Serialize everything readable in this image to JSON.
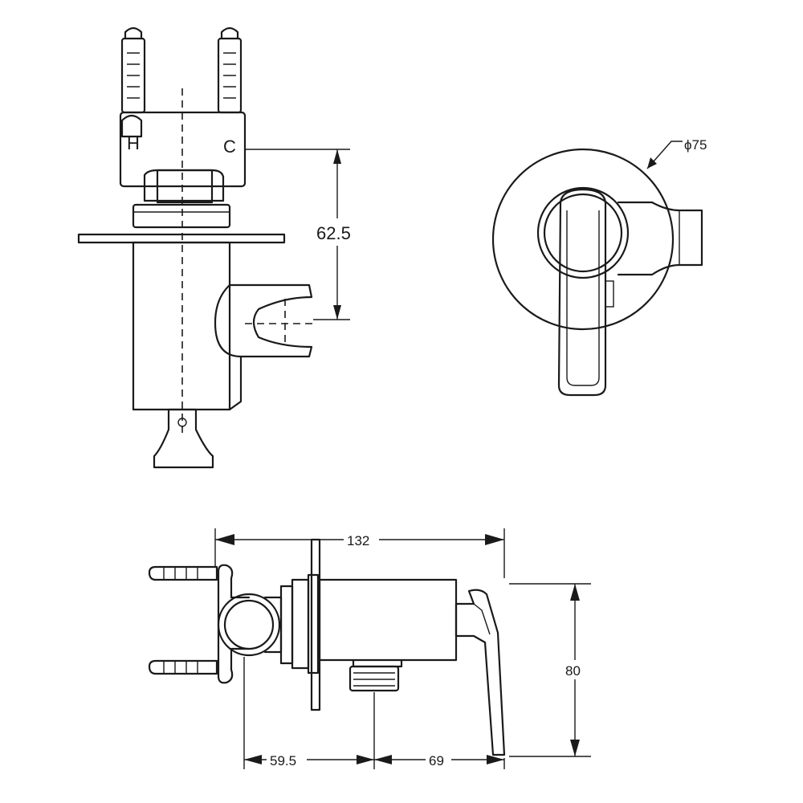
{
  "dimensions": {
    "height_top": "62.5",
    "diameter": "ϕ75",
    "overall_length": "132",
    "height_side": "80",
    "offset_a": "59.5",
    "offset_b": "69"
  },
  "markings": {
    "hot": "H",
    "cold": "C"
  }
}
